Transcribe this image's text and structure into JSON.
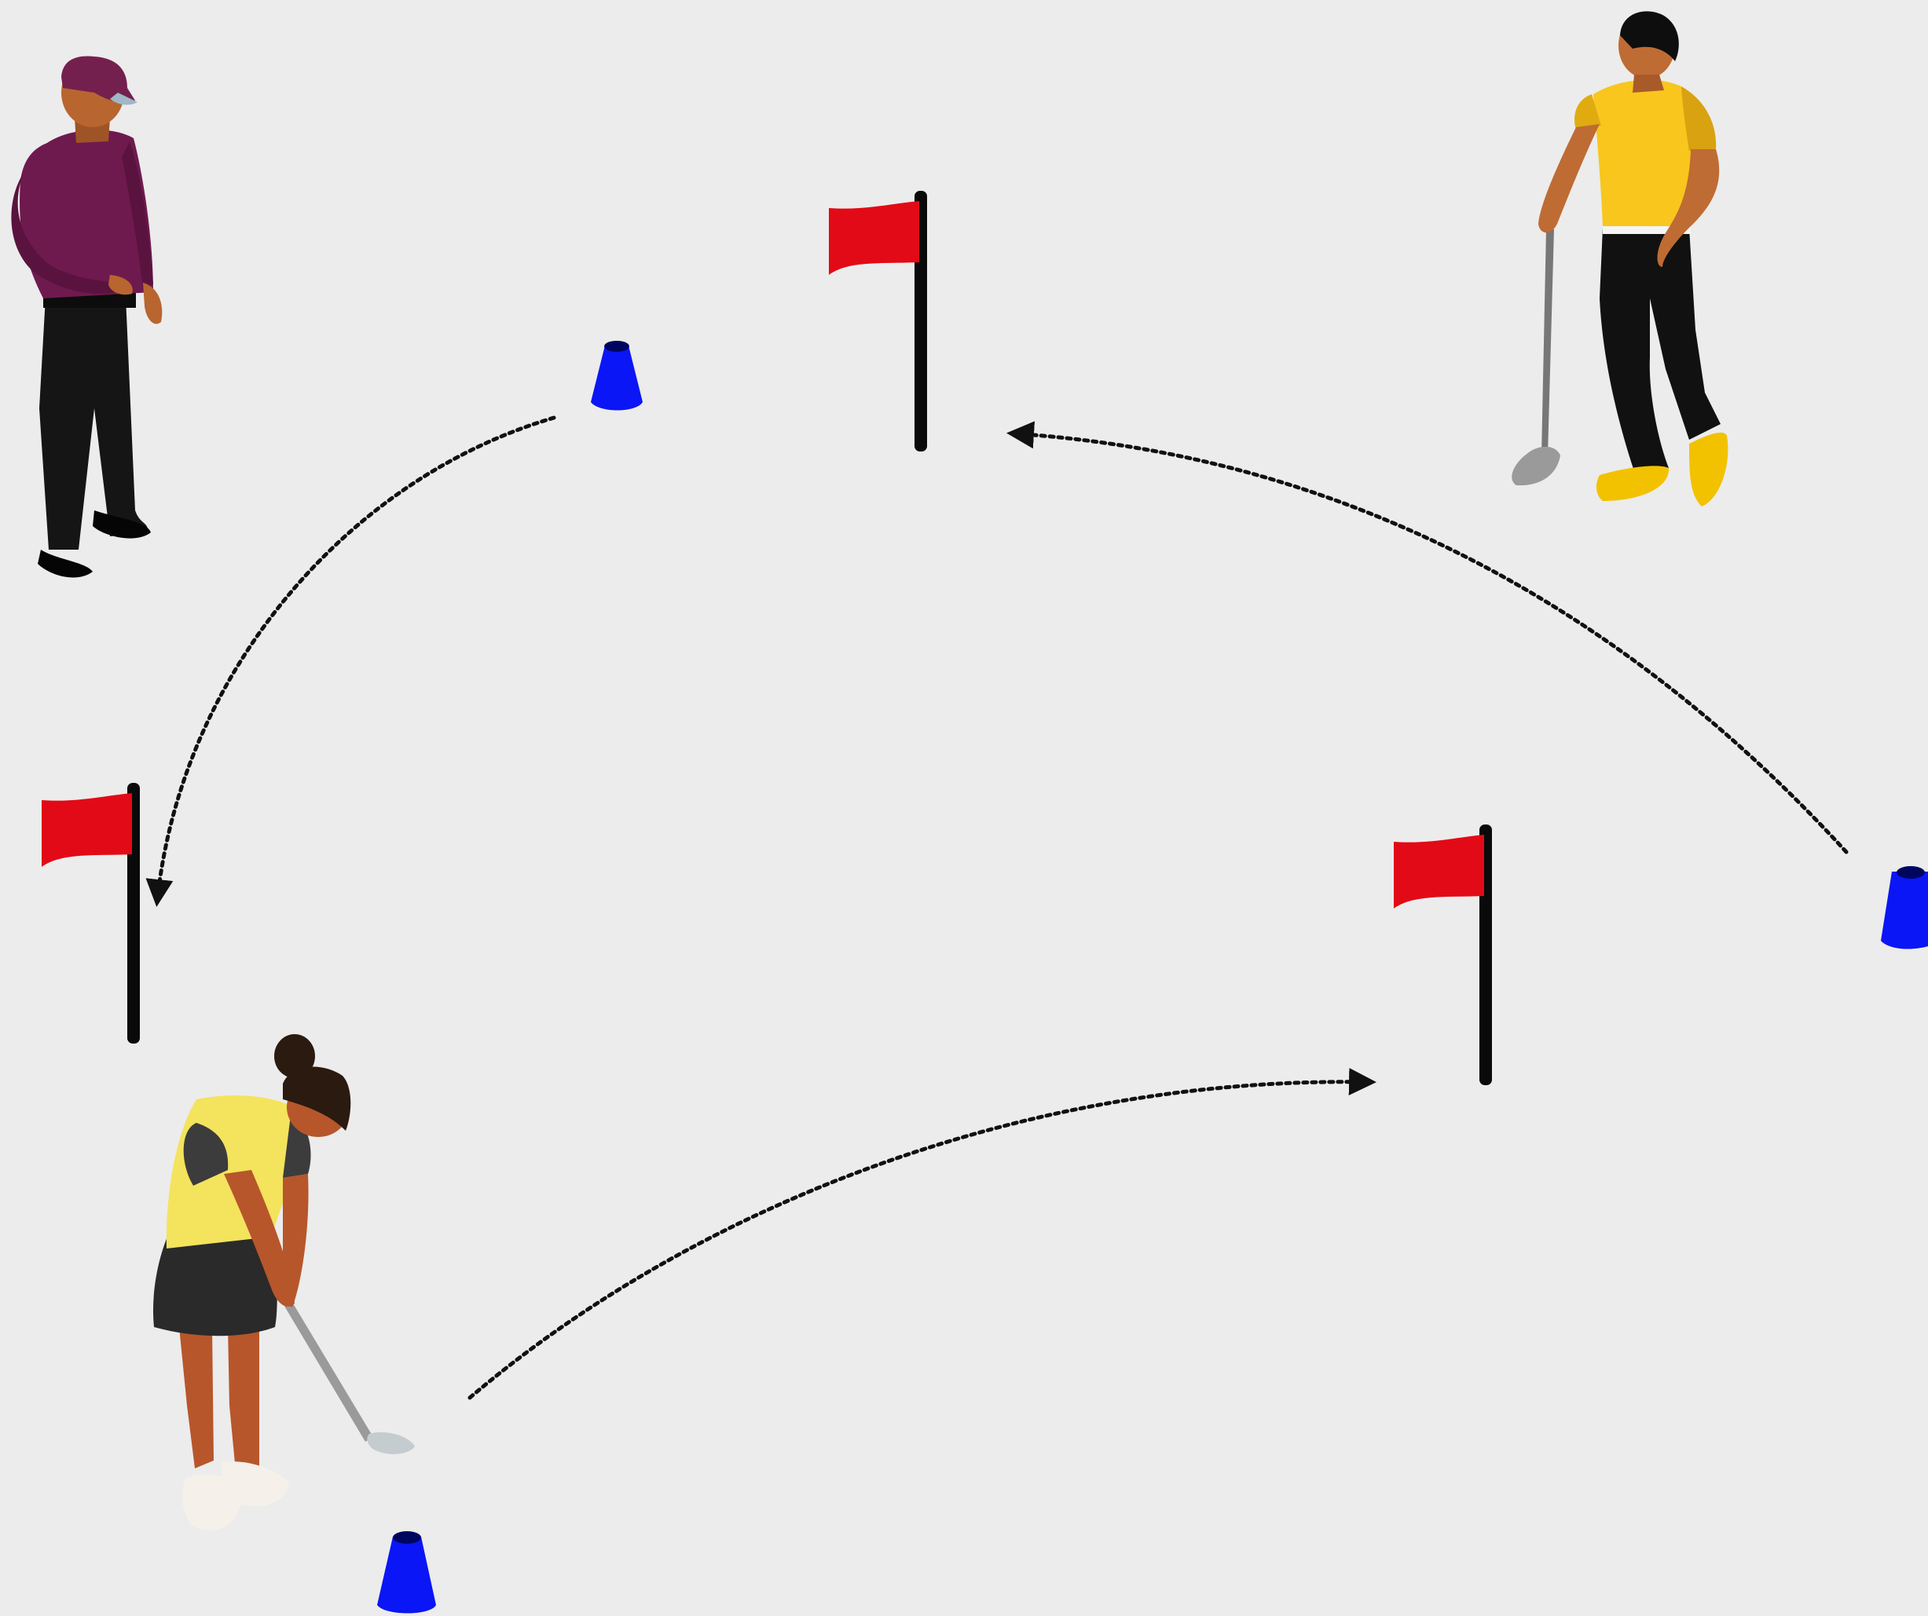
{
  "scene": {
    "background": "#ececec",
    "colors": {
      "flag": "#e20a16",
      "pole": "#0a0a0a",
      "cone": "#0a16f5",
      "path": "#111111"
    },
    "figures": [
      {
        "id": "coach",
        "description": "coach-figure",
        "shirt": "#6e1a4f",
        "cap": "#74204f",
        "trousers": "#151515",
        "skin": "#b9652f"
      },
      {
        "id": "golfer-waiting",
        "description": "golfer-with-club-figure",
        "shirt": "#f8c61d",
        "trousers": "#111111",
        "shoes": "#f2c200",
        "skin": "#bf6b34",
        "hair": "#0e0e0e"
      },
      {
        "id": "golfer-putting",
        "description": "golfer-putting-figure",
        "shirt": "#f4e35d",
        "sleeve": "#3c3c3c",
        "skirt": "#2a2a2a",
        "skin": "#b7562b",
        "hair": "#2a1a10",
        "shoes": "#f5f0ea"
      }
    ],
    "flags": [
      {
        "id": "flag-top"
      },
      {
        "id": "flag-left"
      },
      {
        "id": "flag-right"
      }
    ],
    "cones": [
      {
        "id": "cone-top"
      },
      {
        "id": "cone-right"
      },
      {
        "id": "cone-bottom"
      }
    ],
    "paths": [
      {
        "id": "path-cone-top-to-flag-left",
        "style": "dotted",
        "arrow": "end"
      },
      {
        "id": "path-cone-right-to-flag-top",
        "style": "dotted",
        "arrow": "end"
      },
      {
        "id": "path-cone-bottom-to-flag-right",
        "style": "dotted",
        "arrow": "end"
      }
    ]
  }
}
